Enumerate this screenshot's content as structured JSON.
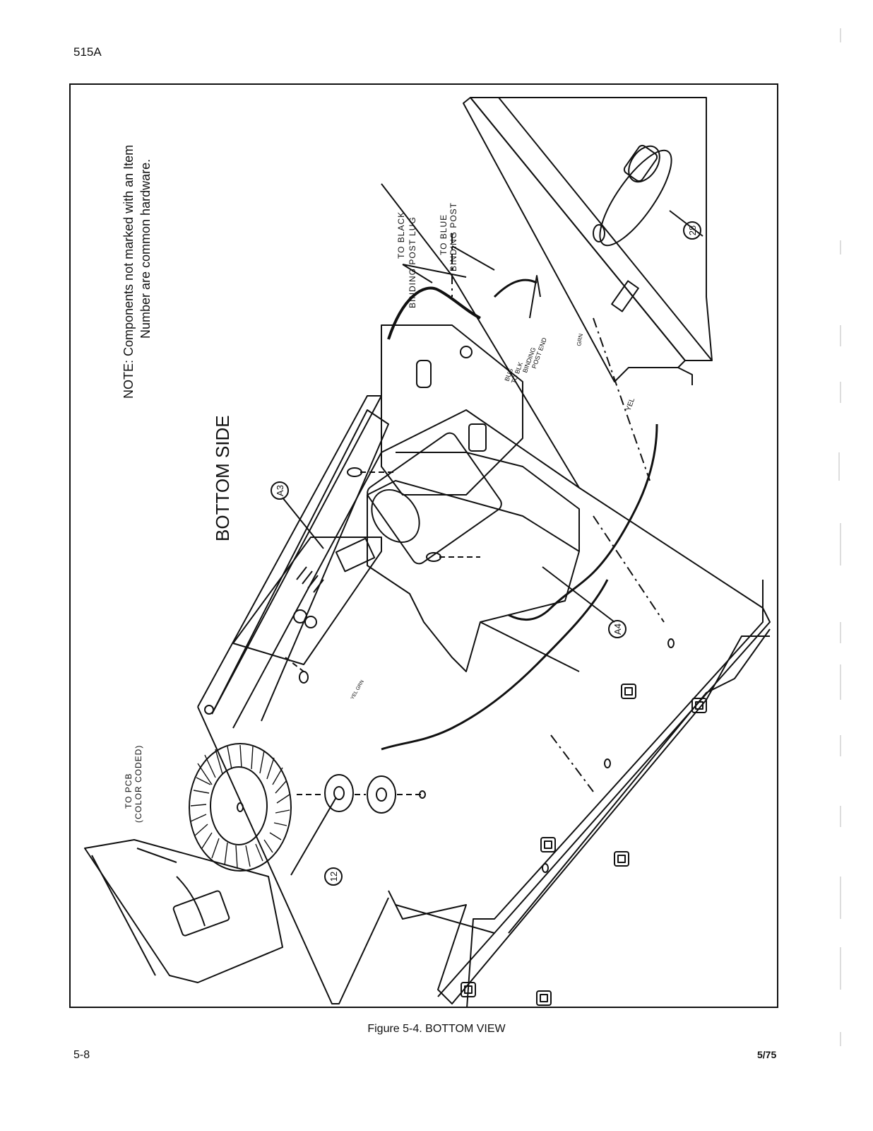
{
  "header": {
    "model": "515A"
  },
  "figure": {
    "note_line1": "NOTE:  Components not marked with an Item",
    "note_line2": "Number are common hardware.",
    "view_title": "BOTTOM SIDE",
    "callouts": {
      "a3": "A3",
      "a4": "A4",
      "c12": "12",
      "c28": "28"
    },
    "labels": {
      "to_black_1": "TO BLACK",
      "to_black_2": "BINDING POST LUG",
      "to_blue_1": "TO BLUE",
      "to_blue_2": "BINDING POST",
      "bus_1": "BUS",
      "bus_2": "TO BLK",
      "bus_3": "BINDING",
      "bus_4": "POST END",
      "grn": "GRN",
      "yel": "YEL",
      "yel_grn": "YEL GRN",
      "to_pcb_1": "TO PCB",
      "to_pcb_2": "(COLOR CODED)"
    },
    "caption": "Figure 5-4.  BOTTOM VIEW"
  },
  "footer": {
    "page": "5-8",
    "date": "5/75"
  }
}
